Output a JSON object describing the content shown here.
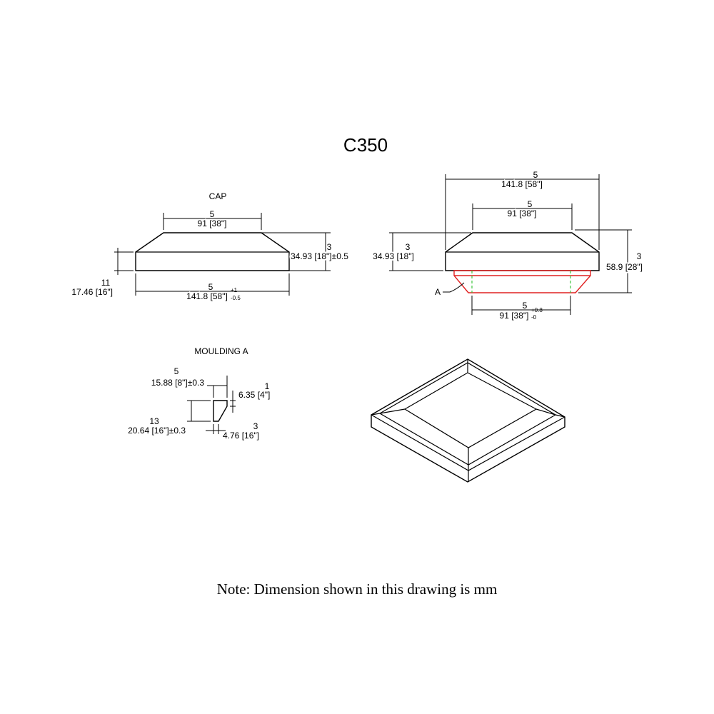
{
  "title": "C350",
  "cap": {
    "label": "CAP",
    "top_width_frac": "5",
    "top_width": "91 [38\"]",
    "height_frac": "3",
    "height": "34.93 [18\"]±0.5",
    "base_height_frac": "11",
    "base_height": "17.46 [16\"]",
    "bottom_width_frac": "5",
    "bottom_width": "141.8 [58\"]",
    "bottom_tol_plus": "+1",
    "bottom_tol_minus": "-0.5"
  },
  "side": {
    "overall_width_frac": "5",
    "overall_width": "141.8 [58\"]",
    "top_width_frac": "5",
    "top_width": "91 [38\"]",
    "cap_height_frac": "3",
    "cap_height": "34.93 [18\"]",
    "total_height_frac": "3",
    "total_height": "58.9 [28\"]",
    "callout": "A",
    "bottom_width_frac": "5",
    "bottom_width": "91 [38\"]",
    "bottom_tol_plus": "+0.8",
    "bottom_tol_minus": "-0"
  },
  "moulding": {
    "label": "MOULDING A",
    "width_frac": "5",
    "width": "15.88 [8\"]±0.3",
    "top_frac": "1",
    "top": "6.35 [4\"]",
    "height_frac": "13",
    "height": "20.64 [16\"]±0.3",
    "bottom_frac": "3",
    "bottom": "4.76 [16\"]"
  },
  "note": "Note: Dimension shown in this drawing is mm",
  "colors": {
    "line": "#000000",
    "moulding_outline": "#e02020",
    "hidden_line": "#3cc43c"
  }
}
